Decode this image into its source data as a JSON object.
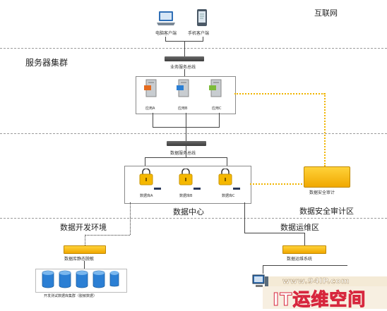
{
  "zones": {
    "internet": "互联网",
    "server_cluster": "服务器集群",
    "data_center": "数据中心",
    "security_audit_zone": "数据安全审计区",
    "dev_env": "数据开发环境",
    "ops_zone": "数据运维区"
  },
  "clients": {
    "pc": "电脑客户端",
    "mobile": "手机客户端"
  },
  "business_bus": "业务服务总线",
  "apps": [
    "应用A",
    "应用B",
    "应用C"
  ],
  "data_bus": "数据服务总线",
  "databases": [
    "数据库A",
    "数据库B",
    "数据库C"
  ],
  "audit_device": "数据安全审计",
  "masking_device": "数据库静态脱敏",
  "test_db_cluster": "开发测试数据库集群（脱敏数据）",
  "ops_system": "数据运维系统",
  "watermark": {
    "url": "www.94IP.com",
    "brand": "IT运维空间"
  },
  "colors": {
    "device_yellow": "#f5b800",
    "db_blue": "#2b7fd4",
    "audit_line": "#f0b400"
  }
}
